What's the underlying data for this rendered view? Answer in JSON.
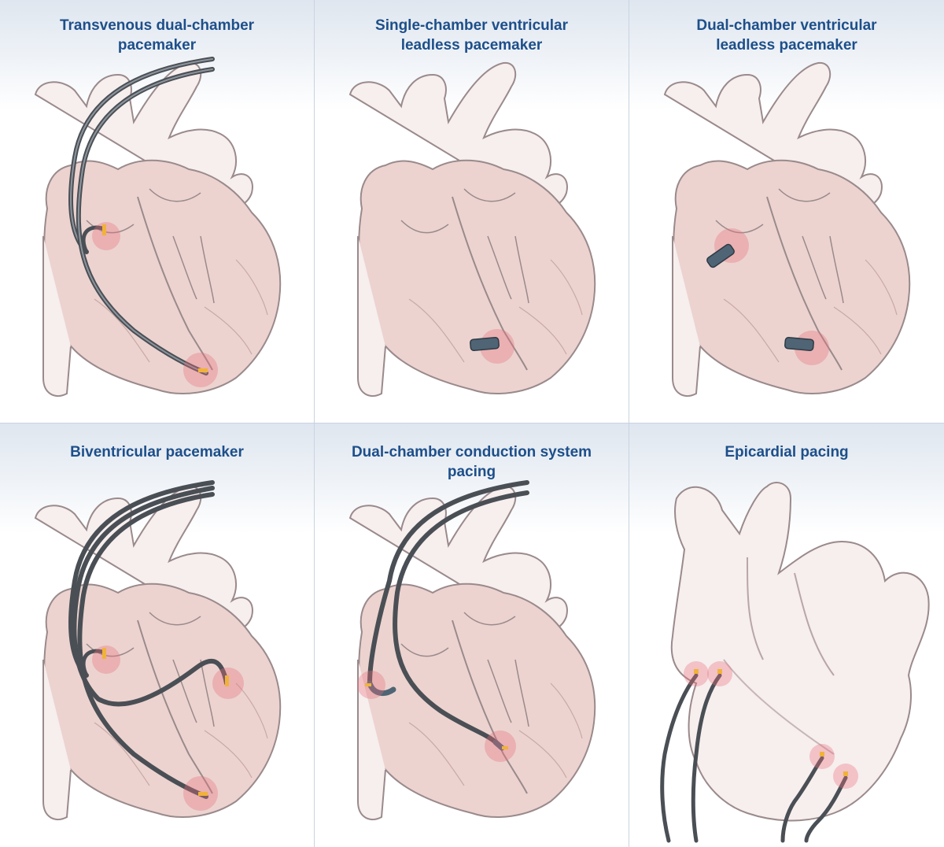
{
  "panels": [
    {
      "title_lines": [
        "Transvenous dual-chamber",
        "pacemaker"
      ],
      "device": "transvenous-dual-chamber"
    },
    {
      "title_lines": [
        "Single-chamber ventricular",
        "leadless pacemaker"
      ],
      "device": "single-chamber-leadless"
    },
    {
      "title_lines": [
        "Dual-chamber ventricular",
        "leadless pacemaker"
      ],
      "device": "dual-chamber-leadless"
    },
    {
      "title_lines": [
        "Biventricular pacemaker"
      ],
      "device": "biventricular"
    },
    {
      "title_lines": [
        "Dual-chamber conduction system pacing"
      ],
      "device": "conduction-system"
    },
    {
      "title_lines": [
        "Epicardial pacing"
      ],
      "device": "epicardial"
    }
  ],
  "colors": {
    "title": "#1d4f8a",
    "heart_fill": "#f7eeee",
    "chamber_fill": "#ecd3cf",
    "outline": "#9a8a8c",
    "lead": "#4a4f55",
    "device": "#4f6575",
    "highlight": "#e8707a",
    "electrode_tip": "#f0b33a"
  }
}
